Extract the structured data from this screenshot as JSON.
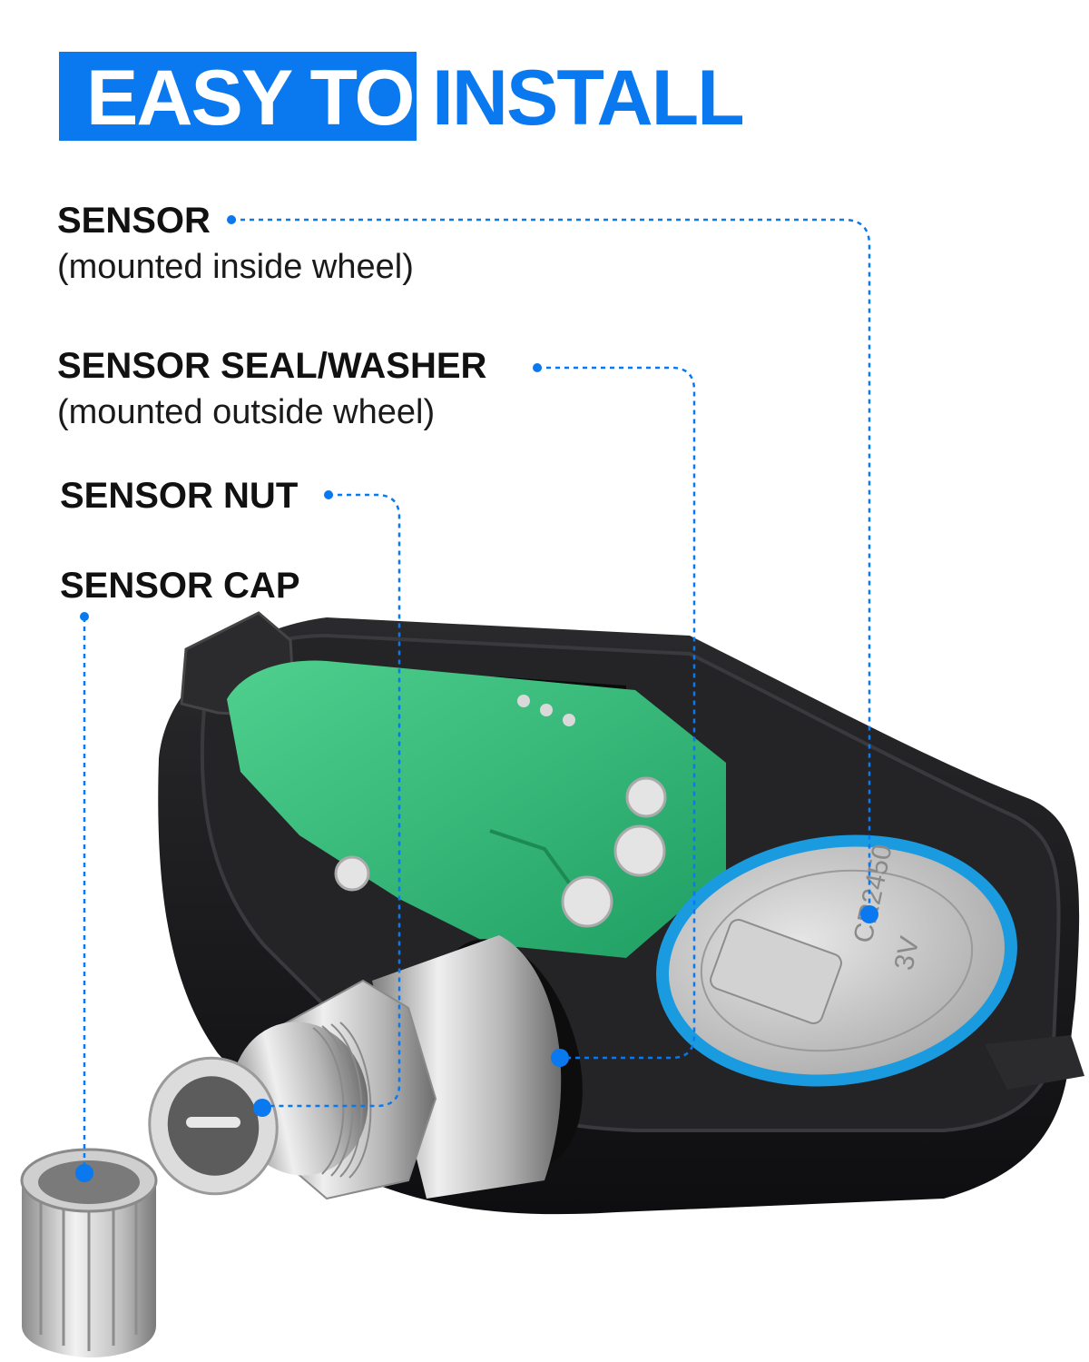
{
  "header": {
    "highlight": "EASY TO",
    "rest": "INSTALL"
  },
  "labels": {
    "sensor": {
      "title": "SENSOR",
      "note": "(mounted inside wheel)"
    },
    "seal": {
      "title": "SENSOR SEAL/WASHER",
      "note": "(mounted outside wheel)"
    },
    "nut": {
      "title": "SENSOR NUT"
    },
    "cap": {
      "title": "SENSOR CAP"
    }
  },
  "battery_text": {
    "model": "CR2450",
    "voltage": "3V"
  },
  "colors": {
    "accent": "#0a78ee",
    "housing": "#1b1b1d",
    "pcb": "#2fbf7a",
    "metal": "#c9c9c9"
  }
}
